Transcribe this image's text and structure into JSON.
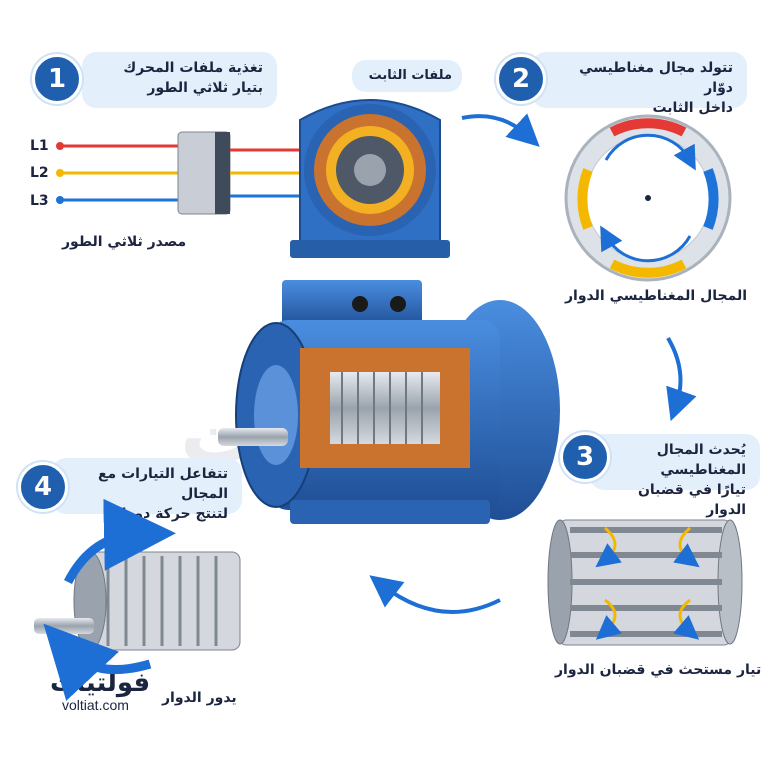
{
  "steps": [
    {
      "num": "1",
      "line1": "تغذية ملفات المحرك",
      "line2": "بتيار ثلاثي الطور"
    },
    {
      "num": "2",
      "line1": "تتولد مجال مغناطيسي دوّار",
      "line2": "داخل الثابت"
    },
    {
      "num": "3",
      "line1": "يُحدث المجال المغناطيسي",
      "line2": "تيارًا في قضبان الدوار"
    },
    {
      "num": "4",
      "line1": "تتفاعل التيارات مع المجال",
      "line2": "لتنتج حركة دوران"
    }
  ],
  "labels": {
    "stator_coils": "ملفات الثابت",
    "three_phase_source": "مصدر ثلاثي الطور",
    "rotating_field": "المجال المغناطيسي الدوار",
    "induced_current": "تيار مستحث في قضبان الدوار",
    "rotor_turns": "يدور الدوار"
  },
  "phases": [
    "L1",
    "L2",
    "L3"
  ],
  "brand": {
    "arabic": "فولتيات",
    "url": "voltiat.com"
  },
  "colors": {
    "badge": "#1f5fae",
    "card": "#e3f0fb",
    "motor": "#2f6fc4",
    "copper": "#c9732e",
    "L1": "#e53935",
    "L2": "#f5b800",
    "L3": "#1e73d8",
    "arrow": "#1d6fd6"
  }
}
